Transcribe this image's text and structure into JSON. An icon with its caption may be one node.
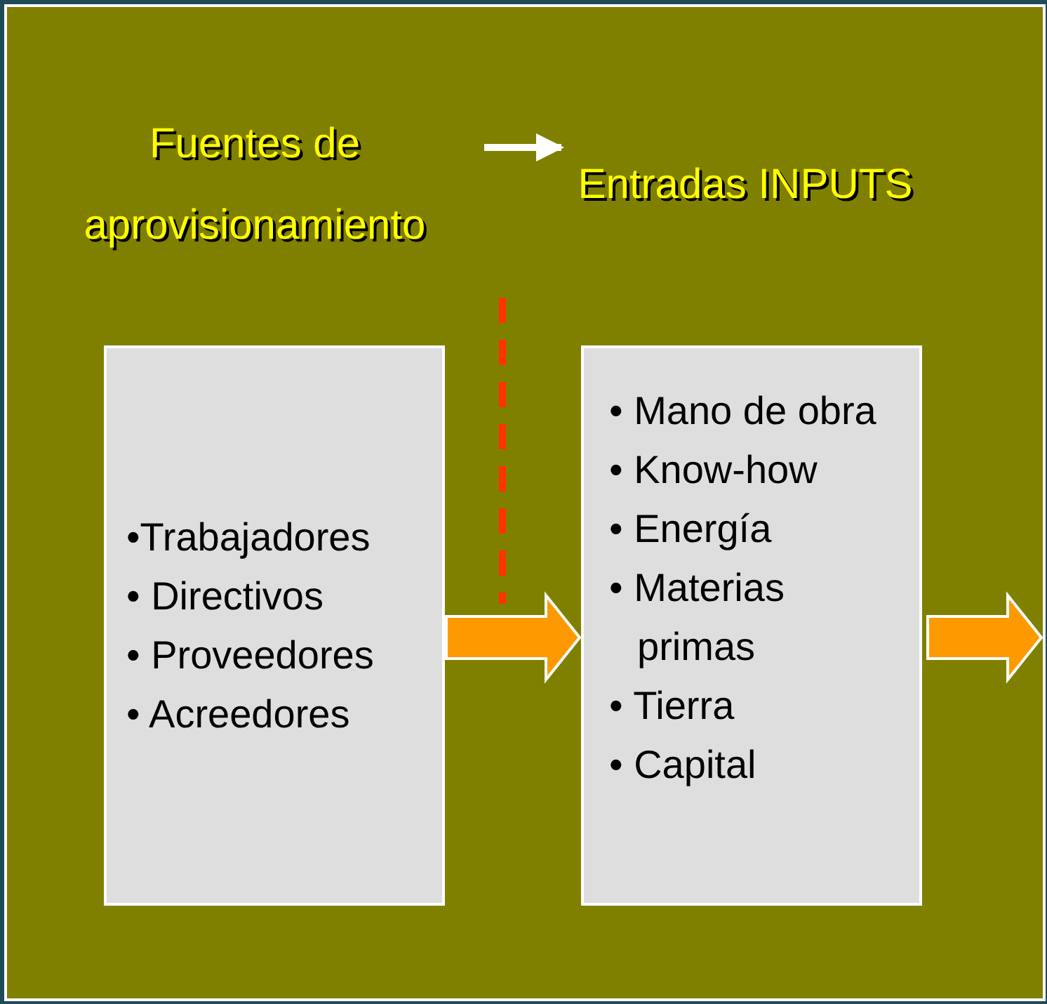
{
  "diagram": {
    "nodes": [
      {
        "text": [
          "Fuentes de aprovisionamiento"
        ]
      },
      {
        "text": [
          "Entradas INPUTS"
        ]
      },
      {
        "text": [
          "•Trabajadores",
          "• Directivos",
          "• Proveedores",
          "• Acreedores"
        ]
      },
      {
        "text": [
          "• Mano de obra",
          "• Know-how",
          "• Energía",
          "• Materias primas",
          "• Tierra",
          "• Capital"
        ]
      }
    ],
    "edges": [
      {
        "from": 0,
        "to": 1,
        "arrow": "to",
        "color": "#ffffff"
      },
      {
        "from": 2,
        "to": 3,
        "arrow": "to",
        "style": "thick"
      },
      {
        "from": 3,
        "to": null,
        "arrow": "to",
        "style": "thick"
      }
    ]
  }
}
